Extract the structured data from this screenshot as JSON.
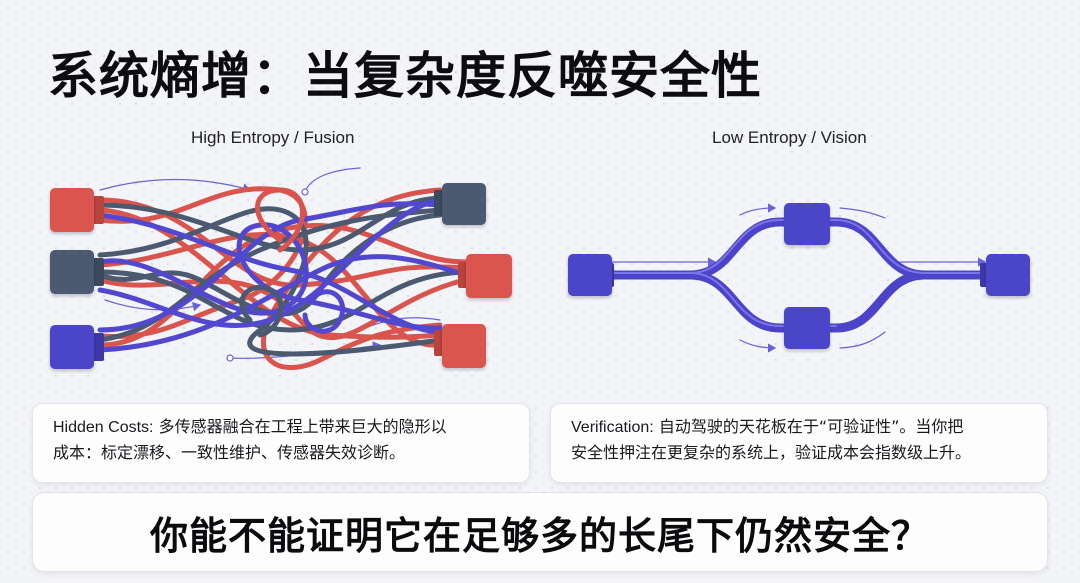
{
  "title": "系统熵增：当复杂度反噬安全性",
  "left_panel": {
    "label": "High Entropy / Fusion",
    "description_term": "Hidden Costs:",
    "description_line1": "多传感器融合在工程上带来巨大的隐形以",
    "description_line2": "成本：标定漂移、一致性维护、传感器失效诊断。"
  },
  "right_panel": {
    "label": "Low Entropy / Vision",
    "description_term": "Verification:",
    "description_line1": "自动驾驶的天花板在于“可验证性”。当你把",
    "description_line2": "安全性押注在更复杂的系统上，验证成本会指数级上升。"
  },
  "bottom_question": "你能不能证明它在足够多的长尾下仍然安全？",
  "colors": {
    "red": "#d9544d",
    "slate": "#4b5a70",
    "indigo": "#4b44c8",
    "indigo_light": "#5a52dc",
    "arrow": "#6a63d8"
  }
}
